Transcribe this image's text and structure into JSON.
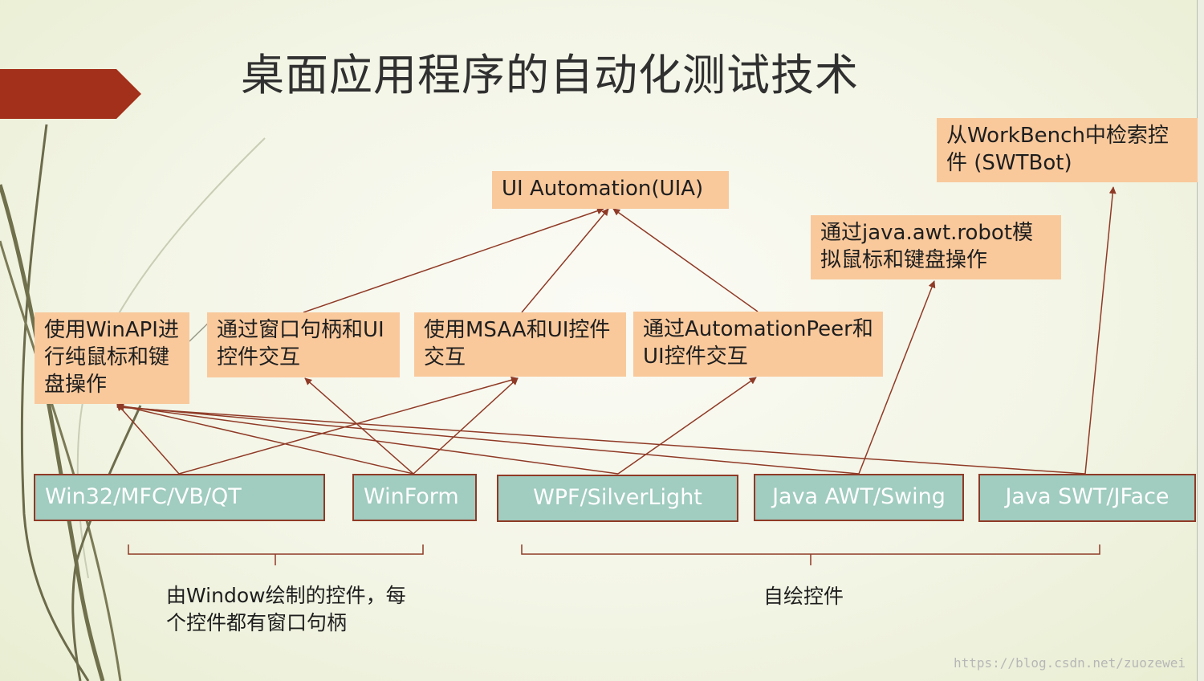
{
  "title": "桌面应用程序的自动化测试技术",
  "techniques": {
    "uia": "UI Automation(UIA)",
    "swtbot": "从WorkBench中检索控件 (SWTBot)",
    "awt_robot": "通过java.awt.robot模拟鼠标和键盘操作",
    "winapi": "使用WinAPI进行纯鼠标和键盘操作",
    "window_handle": "通过窗口句柄和UI控件交互",
    "msaa": "使用MSAA和UI控件交互",
    "automation_peer": "通过AutomationPeer和UI控件交互"
  },
  "platforms": {
    "win32": "Win32/MFC/VB/QT",
    "winform": "WinForm",
    "wpf": "WPF/SilverLight",
    "java_awt": "Java AWT/Swing",
    "java_swt": "Java SWT/JFace"
  },
  "groups": {
    "window_drawn": "由Window绘制的控件，每个控件都有窗口句柄",
    "self_drawn": "自绘控件"
  },
  "watermark": "https://blog.csdn.net/zuozewei",
  "colors": {
    "technique_box": "#f9c99c",
    "platform_box": "#a1ccc0",
    "arrow": "#8f3a26",
    "banner": "#a3301a"
  }
}
